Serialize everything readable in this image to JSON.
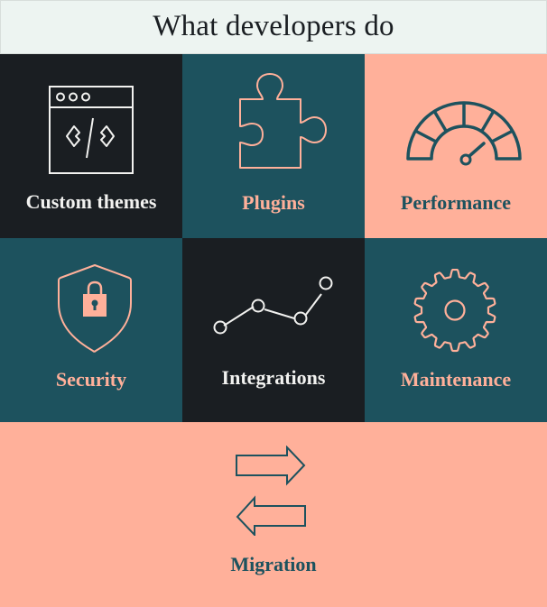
{
  "header": {
    "title": "What developers do"
  },
  "colors": {
    "dark": "#1a1e22",
    "teal": "#1d525e",
    "peach": "#ffb09a",
    "cream": "#edf4f1",
    "white": "#f2f2f0"
  },
  "tiles": [
    {
      "label": "Custom themes",
      "icon": "browser-code-icon"
    },
    {
      "label": "Plugins",
      "icon": "puzzle-piece-icon"
    },
    {
      "label": "Performance",
      "icon": "speedometer-icon"
    },
    {
      "label": "Security",
      "icon": "shield-lock-icon"
    },
    {
      "label": "Integrations",
      "icon": "line-graph-icon"
    },
    {
      "label": "Maintenance",
      "icon": "gear-icon"
    },
    {
      "label": "Migration",
      "icon": "two-way-arrows-icon"
    }
  ]
}
